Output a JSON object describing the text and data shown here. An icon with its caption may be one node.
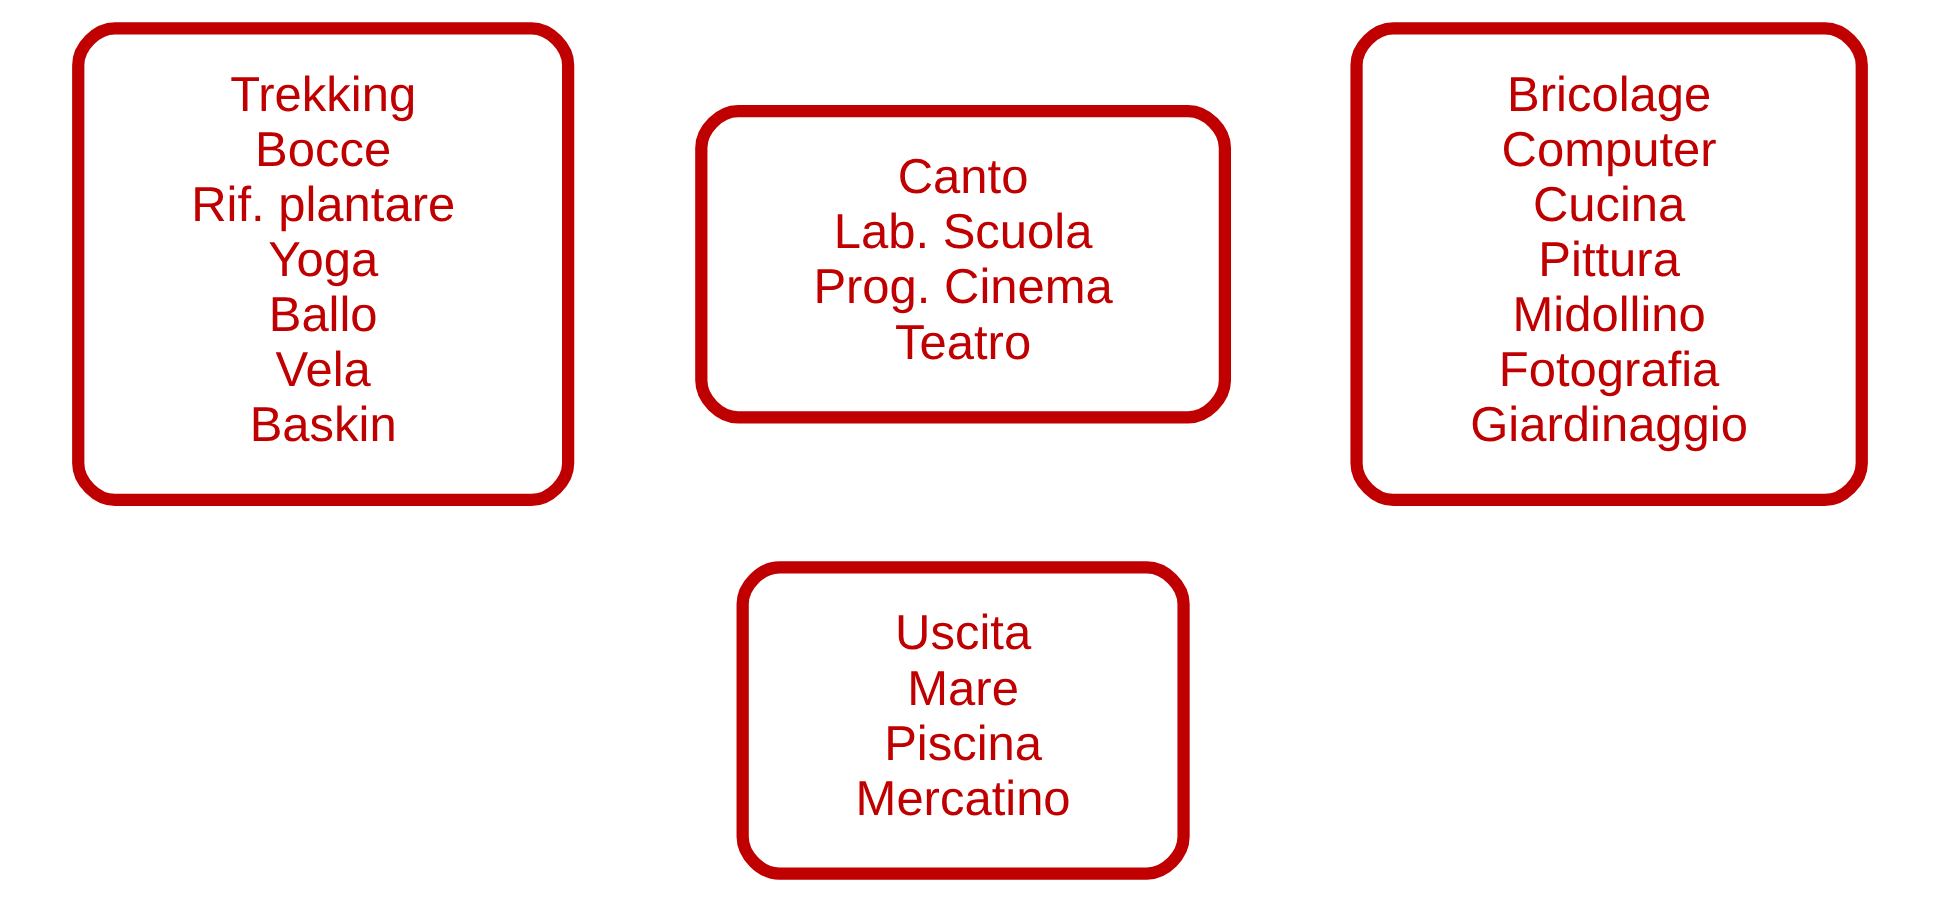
{
  "diagram": {
    "nodes": [
      {
        "text": [
          "Trekking",
          "Bocce",
          "Rif. plantare",
          "Yoga",
          "Ballo",
          "Vela",
          "Baskin"
        ]
      },
      {
        "text": [
          "Canto",
          "Lab. Scuola",
          "Prog. Cinema",
          "Teatro"
        ]
      },
      {
        "text": [
          "Uscita",
          "Mare",
          "Piscina",
          "Mercatino"
        ]
      },
      {
        "text": [
          "Bricolage",
          "Computer",
          "Cucina",
          "Pittura",
          "Midollino",
          "Fotografia",
          "Giardinaggio"
        ]
      }
    ],
    "edges": []
  }
}
